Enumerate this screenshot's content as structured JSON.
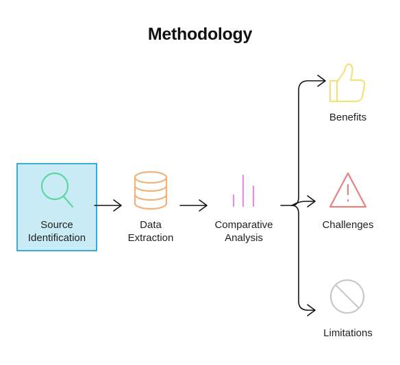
{
  "title": "Methodology",
  "steps": [
    {
      "id": "source",
      "line1": "Source",
      "line2": "Identification",
      "icon": "search-icon",
      "color": "#5fd6a0",
      "highlighted": true
    },
    {
      "id": "extraction",
      "line1": "Data",
      "line2": "Extraction",
      "icon": "database-icon",
      "color": "#f3b27a"
    },
    {
      "id": "analysis",
      "line1": "Comparative",
      "line2": "Analysis",
      "icon": "bar-chart-icon",
      "color": "#e58be8"
    }
  ],
  "outcomes": [
    {
      "id": "benefits",
      "label": "Benefits",
      "icon": "thumbs-up-icon",
      "color": "#f2e27a"
    },
    {
      "id": "challenges",
      "label": "Challenges",
      "icon": "warning-icon",
      "color": "#ea7f7f"
    },
    {
      "id": "limitations",
      "label": "Limitations",
      "icon": "prohibited-icon",
      "color": "#c8c8c8"
    }
  ],
  "colors": {
    "highlight_fill": "#c9ebf5",
    "highlight_border": "#3aaad4",
    "arrow": "#111111"
  }
}
